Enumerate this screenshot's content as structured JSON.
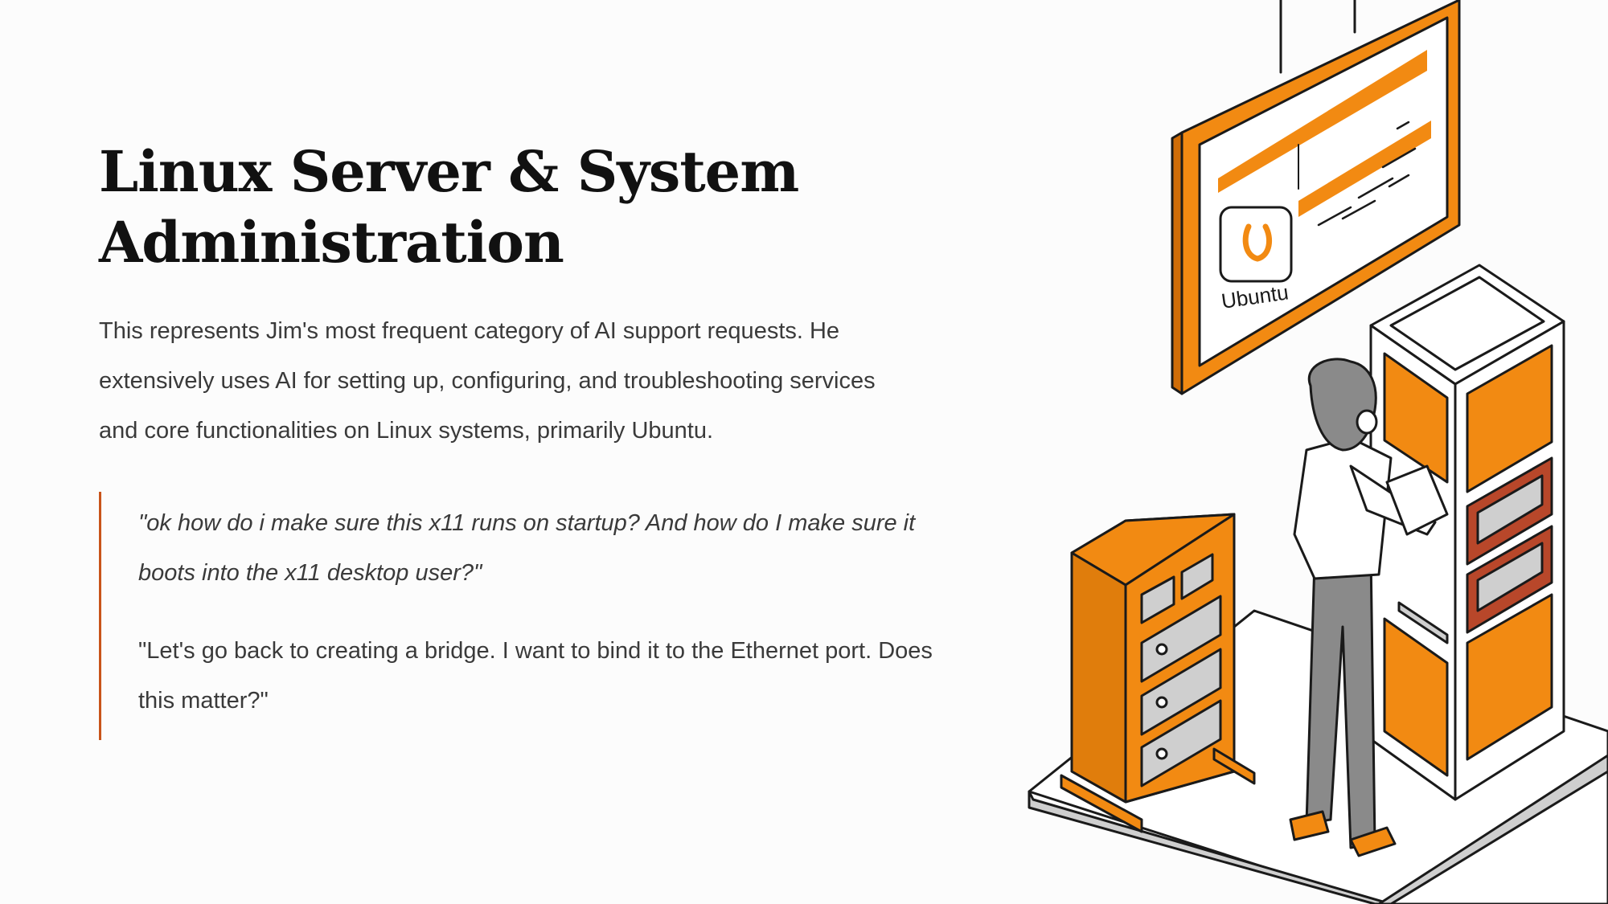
{
  "slide": {
    "title": "Linux Server & System Administration",
    "body": "This represents Jim's most frequent category of AI support requests. He extensively uses AI for setting up, configuring, and troubleshooting services and core functionalities on Linux systems, primarily Ubuntu.",
    "quotes": [
      {
        "text": "\"ok how do i make sure this x11 runs on startup? And how do I make sure it boots into the x11 desktop user?\"",
        "italic": true
      },
      {
        "text": "\"Let's go back to creating a bridge. I want to bind it to the Ethernet port. Does this matter?\"",
        "italic": false
      }
    ]
  },
  "illustration": {
    "screen_label": "Ubuntu",
    "colors": {
      "orange": "#f28a12",
      "accent_line": "#c9541a",
      "outline": "#1a1a1a",
      "gray": "#8a8a8a",
      "light_gray": "#cfcfcf",
      "white": "#ffffff"
    }
  }
}
